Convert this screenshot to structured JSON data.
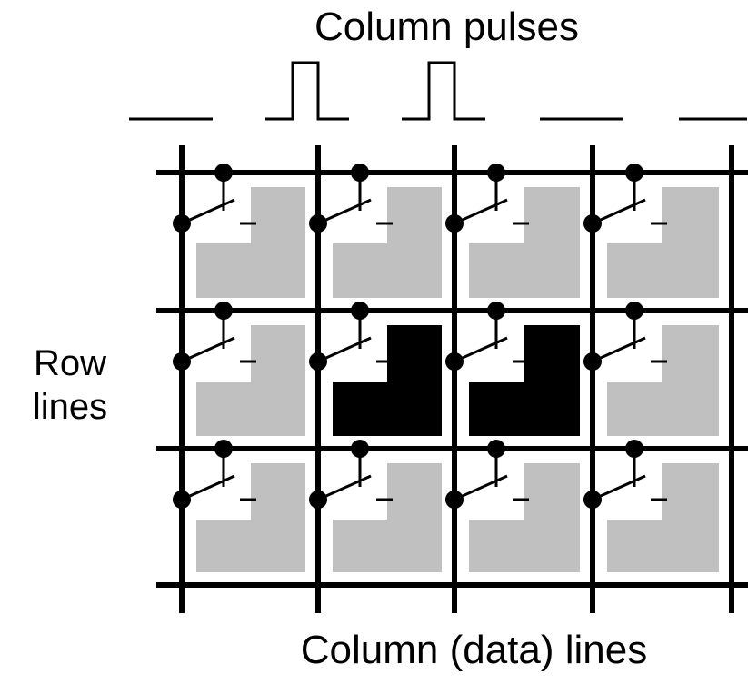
{
  "labels": {
    "column_pulses": "Column pulses",
    "row_lines_line1": "Row",
    "row_lines_line2": "lines",
    "column_data_lines": "Column (data) lines"
  },
  "grid": {
    "rows": 3,
    "columns": 4,
    "pixel_states": [
      [
        "off",
        "off",
        "off",
        "off"
      ],
      [
        "off",
        "on",
        "on",
        "off"
      ],
      [
        "off",
        "off",
        "off",
        "off"
      ]
    ]
  },
  "column_pulses": [
    false,
    true,
    true,
    false,
    false
  ],
  "colors": {
    "line": "#000000",
    "pixel_off": "#c0c0c0",
    "pixel_on": "#000000",
    "background": "#ffffff"
  }
}
